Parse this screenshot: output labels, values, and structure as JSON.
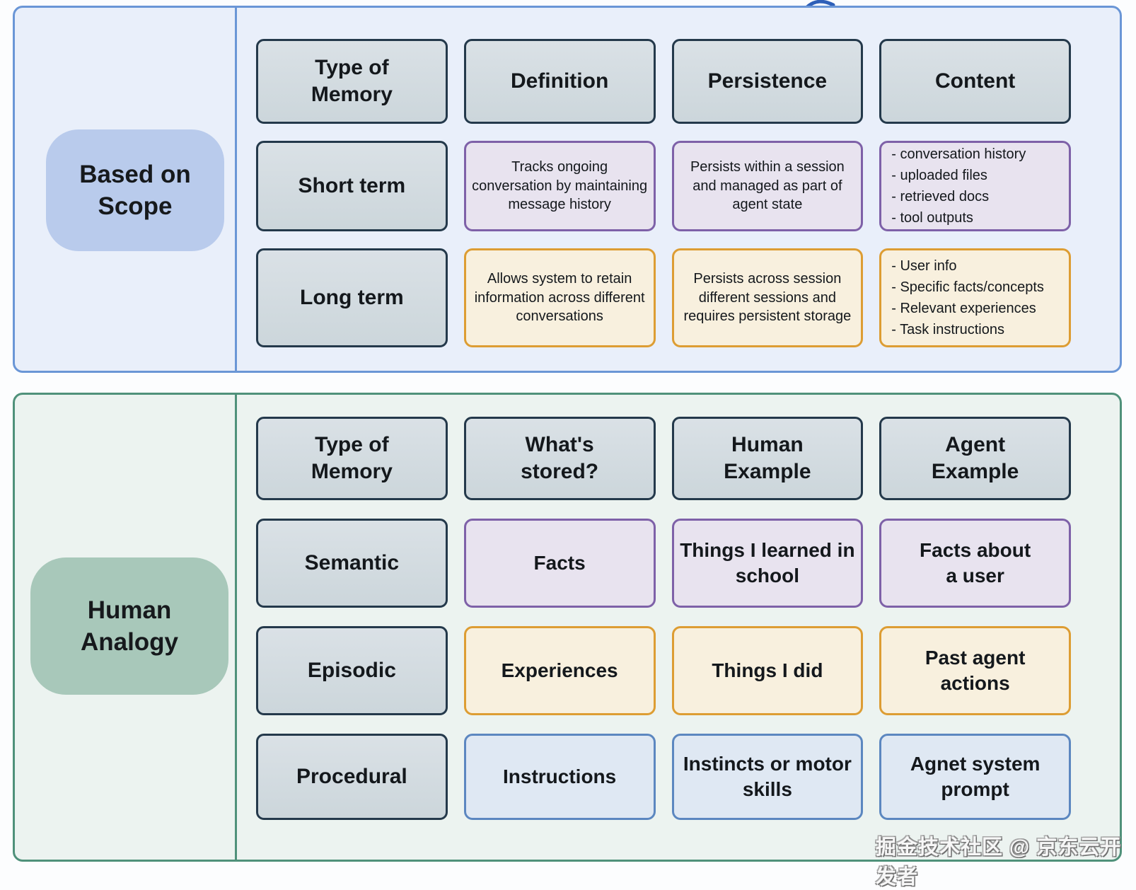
{
  "colors": {
    "scope_panel_border": "#6a96d6",
    "scope_panel_bg": "#e9effa",
    "analogy_panel_border": "#4f917a",
    "analogy_panel_bg": "#ecf3f0",
    "gray_box_border": "#24394b",
    "gray_box_bg": "#d3dce1",
    "purple_box_border": "#7e61a8",
    "purple_box_bg": "#e8e3ef",
    "amber_box_border": "#dd9d33",
    "amber_box_bg": "#f8f0de",
    "blue_box_border": "#5c87c0",
    "blue_box_bg": "#dfe8f3",
    "scope_label_bg": "#b9cbec",
    "analogy_label_bg": "#a8c8ba"
  },
  "scope_section": {
    "label": "Based on Scope",
    "headers": [
      "Type of Memory",
      "Definition",
      "Persistence",
      "Content"
    ],
    "rows": [
      {
        "type": "Short term",
        "definition": "Tracks ongoing conversation by maintaining message history",
        "persistence": "Persists within a session and managed as part of agent state",
        "content": [
          "- conversation history",
          "- uploaded files",
          "- retrieved docs",
          "- tool outputs"
        ]
      },
      {
        "type": "Long term",
        "definition": "Allows system to retain information across different conversations",
        "persistence": "Persists across session different sessions and requires persistent storage",
        "content": [
          "- User info",
          "- Specific facts/concepts",
          "- Relevant experiences",
          "- Task instructions"
        ]
      }
    ]
  },
  "analogy_section": {
    "label": "Human Analogy",
    "headers": [
      "Type of Memory",
      "What's stored?",
      "Human Example",
      "Agent Example"
    ],
    "rows": [
      {
        "type": "Semantic",
        "stored": "Facts",
        "human_example": "Things I learned in school",
        "agent_example": "Facts about a user"
      },
      {
        "type": "Episodic",
        "stored": "Experiences",
        "human_example": "Things I did",
        "agent_example": "Past agent actions"
      },
      {
        "type": "Procedural",
        "stored": "Instructions",
        "human_example": "Instincts or motor skills",
        "agent_example": "Agnet system prompt"
      }
    ]
  },
  "watermark": "掘金技术社区 @ 京东云开发者"
}
